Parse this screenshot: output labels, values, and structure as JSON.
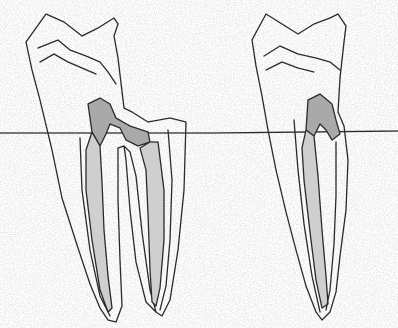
{
  "colors": {
    "background": "#ffffff",
    "outline": "#2a2a2a",
    "pulp": "#a9a9a9",
    "noise": "#b8b8b8"
  },
  "figures": [
    {
      "name": "multi-root-tooth",
      "roots": 2
    },
    {
      "name": "single-root-tooth",
      "roots": 1
    }
  ]
}
